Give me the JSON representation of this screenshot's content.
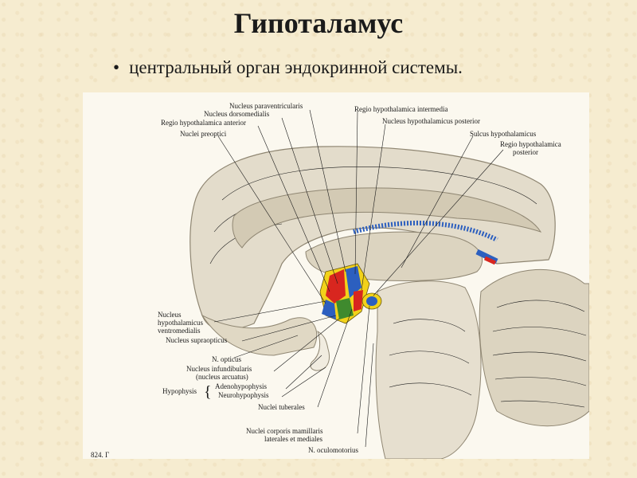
{
  "slide": {
    "title": "Гипоталамус",
    "bullet": "центральный орган эндокринной системы."
  },
  "figure": {
    "labels": {
      "paraventricularis": "Nucleus paraventricularis",
      "dorsomedialis": "Nucleus dorsomedialis",
      "hypothalamica_anterior": "Regio hypothalamica anterior",
      "preoptici": "Nuclei preoptici",
      "hypothalamica_intermedia": "Regio hypothalamica intermedia",
      "hypothalamicus_posterior": "Nucleus hypothalamicus posterior",
      "sulcus": "Sulcus hypothalamicus",
      "hypothalamica_posterior_1": "Regio hypothalamica",
      "hypothalamica_posterior_2": "posterior",
      "ventromedialis_1": "Nucleus",
      "ventromedialis_2": "hypothalamicus",
      "ventromedialis_3": "ventromedialis",
      "supraopticus": "Nucleus supraopticus",
      "opticus": "N. opticus",
      "infundibularis_1": "Nucleus infundibularis",
      "infundibularis_2": "(nucleus arcuatus)",
      "hypophysis": "Hypophysis",
      "adenohypophysis": "Adenohypophysis",
      "neurohypophysis": "Neurohypophysis",
      "tuberales": "Nuclei tuberales",
      "mamillaris_1": "Nuclei corporis mamillaris",
      "mamillaris_2": "laterales et mediales",
      "oculomotorius": "N. oculomotorius",
      "caption": "824. Г"
    },
    "colors": {
      "brain": "#e3dccb",
      "brain_dark": "#bdb39c",
      "red": "#d8261f",
      "blue": "#2c5fbf",
      "yellow": "#f2d21a",
      "green": "#3f8a2e"
    }
  }
}
